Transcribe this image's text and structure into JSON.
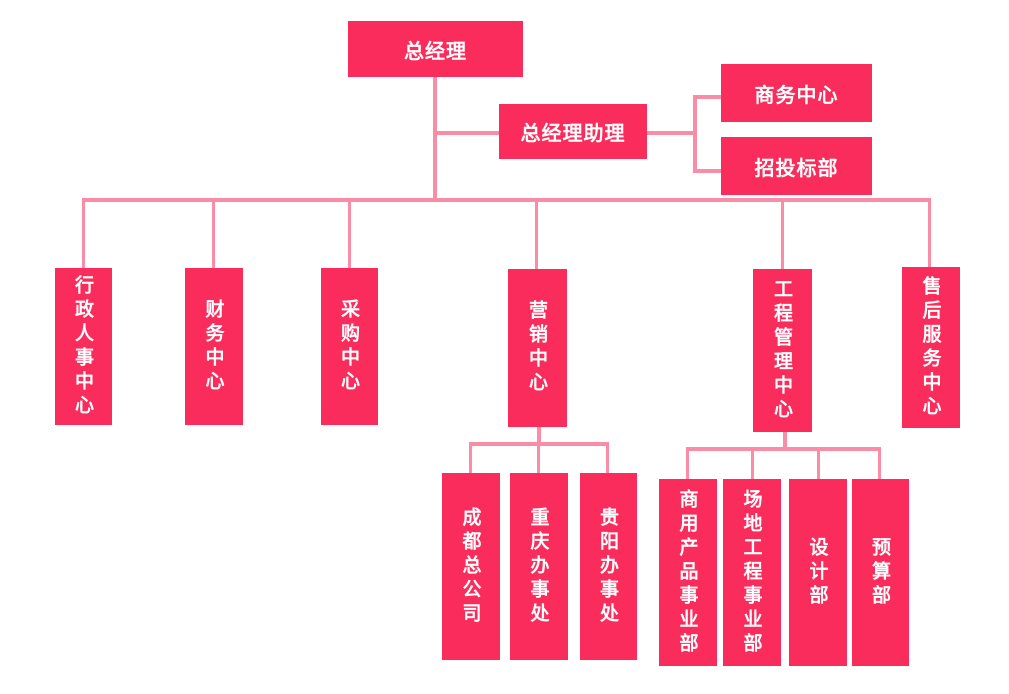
{
  "diagram": {
    "type": "org-chart",
    "title": "",
    "nodes": {
      "general_manager": {
        "label": "总经理"
      },
      "gm_assistant": {
        "label": "总经理助理"
      },
      "business_center": {
        "label": "商务中心"
      },
      "bidding_dept": {
        "label": "招投标部"
      },
      "admin_hr_center": {
        "label": "行政人事中心"
      },
      "finance_center": {
        "label": "财务中心"
      },
      "procurement_center": {
        "label": "采购中心"
      },
      "marketing_center": {
        "label": "营销中心"
      },
      "engineering_mgmt_center": {
        "label": "工程管理中心"
      },
      "after_sales_center": {
        "label": "售后服务中心"
      },
      "chengdu_hq": {
        "label": "成都总公司"
      },
      "chongqing_office": {
        "label": "重庆办事处"
      },
      "guiyang_office": {
        "label": "贵阳办事处"
      },
      "commercial_products_div": {
        "label": "商用产品事业部"
      },
      "site_engineering_div": {
        "label": "场地工程事业部"
      },
      "design_dept": {
        "label": "设计部"
      },
      "budget_dept": {
        "label": "预算部"
      }
    },
    "hierarchy": {
      "root": "总经理",
      "edges": [
        {
          "parent": "总经理",
          "child": "总经理助理",
          "role": "assistant-branch"
        },
        {
          "parent": "总经理助理",
          "child": "商务中心"
        },
        {
          "parent": "总经理助理",
          "child": "招投标部"
        },
        {
          "parent": "总经理",
          "child": "行政人事中心"
        },
        {
          "parent": "总经理",
          "child": "财务中心"
        },
        {
          "parent": "总经理",
          "child": "采购中心"
        },
        {
          "parent": "总经理",
          "child": "营销中心"
        },
        {
          "parent": "总经理",
          "child": "工程管理中心"
        },
        {
          "parent": "总经理",
          "child": "售后服务中心"
        },
        {
          "parent": "营销中心",
          "child": "成都总公司"
        },
        {
          "parent": "营销中心",
          "child": "重庆办事处"
        },
        {
          "parent": "营销中心",
          "child": "贵阳办事处"
        },
        {
          "parent": "工程管理中心",
          "child": "商用产品事业部"
        },
        {
          "parent": "工程管理中心",
          "child": "场地工程事业部"
        },
        {
          "parent": "工程管理中心",
          "child": "设计部"
        },
        {
          "parent": "工程管理中心",
          "child": "预算部"
        }
      ]
    }
  },
  "colors": {
    "node_fill": "#FA2C5B",
    "node_text": "#FFFFFF",
    "connector": "#FA8CA5",
    "background": "#FFFFFF"
  }
}
